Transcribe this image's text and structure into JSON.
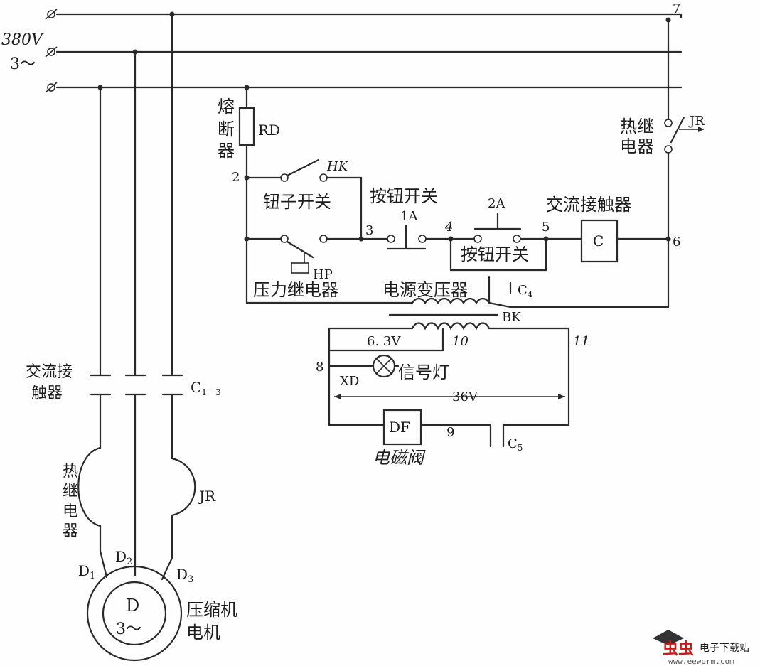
{
  "labels": {
    "voltage": "380V",
    "phase": "3～",
    "node_7": "7",
    "node_2": "2",
    "node_3": "3",
    "node_4": "4",
    "node_5": "5",
    "node_6": "6",
    "node_8": "8",
    "node_9": "9",
    "node_10": "10",
    "node_11": "11",
    "fuse_cn": [
      "熔",
      "断",
      "器"
    ],
    "fuse_code": "RD",
    "hk_code": "HK",
    "toggle_switch_cn": "钮子开关",
    "pushbutton_switch_cn": "按钮开关",
    "btn_1a": "1A",
    "btn_2a": "2A",
    "pushbutton_switch2_cn": "按钮开关",
    "ac_contactor_cn": "交流接触器",
    "contactor_code": "C",
    "thermal_relay_cn_a": "热继",
    "thermal_relay_cn_b": "电器",
    "jr_code": "JR",
    "hp_code": "HP",
    "pressure_relay_cn": "压力继电器",
    "power_transformer_cn": "电源变压器",
    "c4_code": "C",
    "c4_sub": "4",
    "bk_code": "BK",
    "v63": "6. 3V",
    "xd_code": "XD",
    "signal_lamp_cn": "信号灯",
    "v36": "36V",
    "df_code": "DF",
    "solenoid_valve_cn": "电磁阀",
    "c5_code": "C",
    "c5_sub": "5",
    "ac_contactor2_cn_a": "交流接",
    "ac_contactor2_cn_b": "触器",
    "c13_code": "C",
    "c13_sub": "1－3",
    "thermal_relay2_cn": [
      "热",
      "继",
      "电",
      "器"
    ],
    "jr2_code": "JR",
    "d1": "D",
    "d1_sub": "1",
    "d2": "D",
    "d2_sub": "2",
    "d3": "D",
    "d3_sub": "3",
    "motor_code": "D",
    "motor_phase": "3～",
    "compressor_cn": "压缩机",
    "motor_cn": "电机",
    "watermark_cn": "电子下载站",
    "watermark_url": "www.eeworm.com"
  },
  "colors": {
    "ink": "#2a2a2a",
    "watermark_red": "#d01818",
    "watermark_gray": "#555555"
  }
}
